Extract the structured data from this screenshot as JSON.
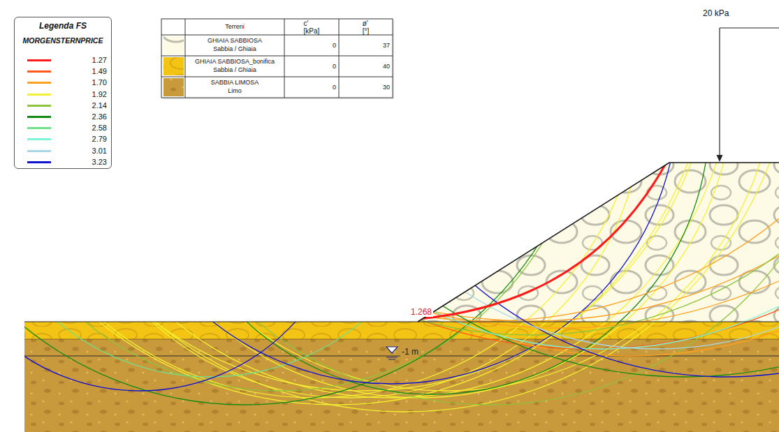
{
  "diagram": {
    "nodes": [
      {
        "text": [
          "Legenda FS",
          "MORGENSTERNPRICE"
        ]
      }
    ],
    "labels": [
      "Terreni",
      "c' [kPa]",
      "ø' [°]",
      "GHIAIA SABBIOSA",
      "Sabbia / Ghiaia",
      "0",
      "37",
      "GHIAIA SABBIOSA_bonifica",
      "Sabbia / Ghiaia",
      "0",
      "40",
      "SABBIA LIMOSA",
      "Limo",
      "0",
      "30",
      "20 kPa",
      "1.268",
      "-1 m"
    ],
    "legend": [
      {
        "text": "1.27",
        "color": "#ff1a1a"
      },
      {
        "text": "1.49",
        "color": "#ff5a1a"
      },
      {
        "text": "1.70",
        "color": "#ffa020"
      },
      {
        "text": "1.92",
        "color": "#f5f032"
      },
      {
        "text": "2.14",
        "color": "#8cc43a"
      },
      {
        "text": "2.36",
        "color": "#138a13"
      },
      {
        "text": "2.58",
        "color": "#6fe08a"
      },
      {
        "text": "2.79",
        "color": "#7af5d8"
      },
      {
        "text": "3.01",
        "color": "#a8d8e8"
      },
      {
        "text": "3.23",
        "color": "#1010d0"
      }
    ]
  }
}
